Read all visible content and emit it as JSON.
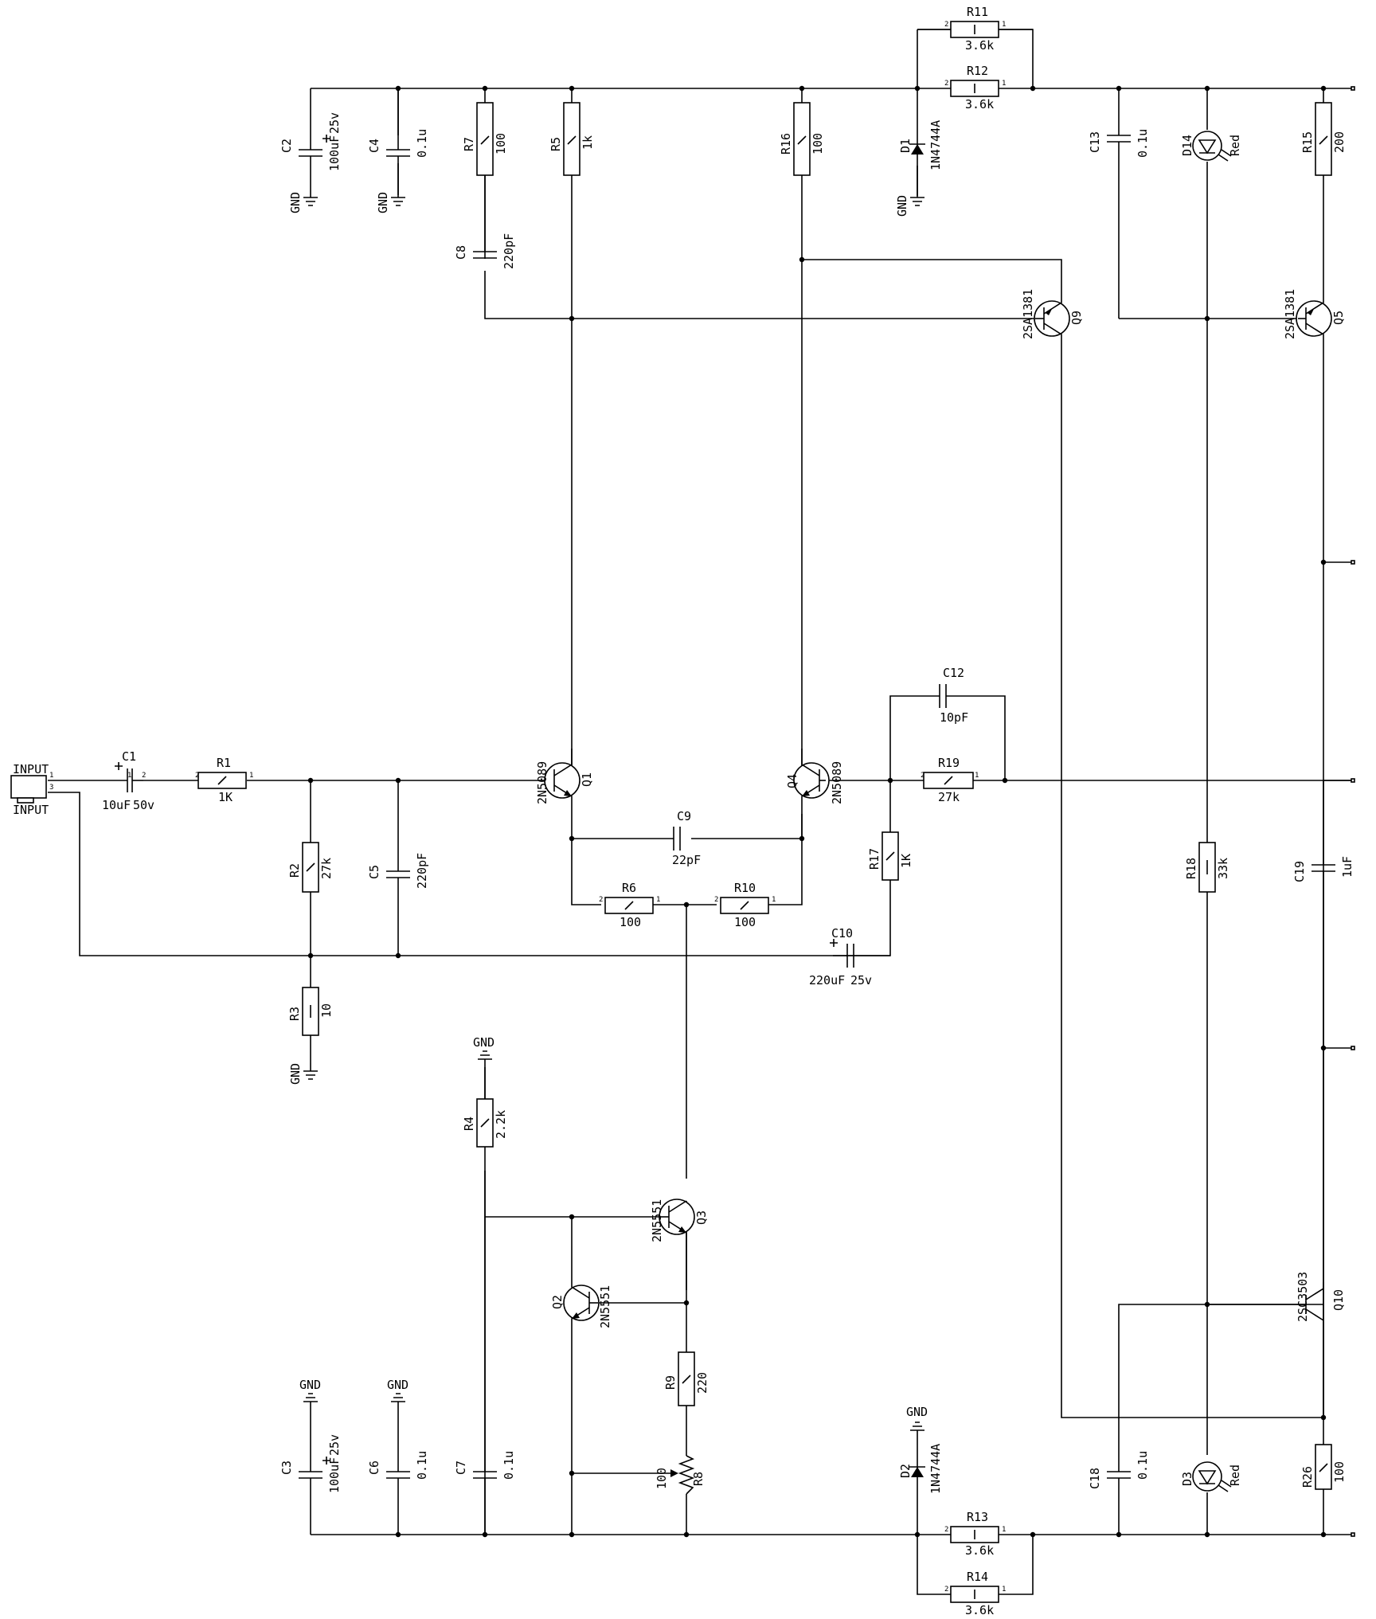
{
  "schematic": {
    "input_connector": {
      "ref": "INPUT",
      "value": "INPUT"
    },
    "pins": {
      "p1": "1",
      "p2": "2",
      "p3": "3"
    },
    "gnd_label": "GND",
    "resistors": [
      {
        "ref": "R1",
        "value": "1K"
      },
      {
        "ref": "R2",
        "value": "27k"
      },
      {
        "ref": "R3",
        "value": "10"
      },
      {
        "ref": "R4",
        "value": "2.2k"
      },
      {
        "ref": "R5",
        "value": "1k"
      },
      {
        "ref": "R6",
        "value": "100"
      },
      {
        "ref": "R7",
        "value": "100"
      },
      {
        "ref": "R8",
        "value": "100"
      },
      {
        "ref": "R9",
        "value": "220"
      },
      {
        "ref": "R10",
        "value": "100"
      },
      {
        "ref": "R11",
        "value": "3.6k"
      },
      {
        "ref": "R12",
        "value": "3.6k"
      },
      {
        "ref": "R13",
        "value": "3.6k"
      },
      {
        "ref": "R14",
        "value": "3.6k"
      },
      {
        "ref": "R15",
        "value": "200"
      },
      {
        "ref": "R16",
        "value": "100"
      },
      {
        "ref": "R17",
        "value": "1K"
      },
      {
        "ref": "R18",
        "value": "33k"
      },
      {
        "ref": "R19",
        "value": "27k"
      },
      {
        "ref": "R26",
        "value": "100"
      }
    ],
    "capacitors": [
      {
        "ref": "C1",
        "value": "10uF",
        "voltage": "50v"
      },
      {
        "ref": "C2",
        "value": "100uF",
        "voltage": "25v"
      },
      {
        "ref": "C3",
        "value": "100uF",
        "voltage": "25v"
      },
      {
        "ref": "C4",
        "value": "0.1u"
      },
      {
        "ref": "C5",
        "value": "220pF"
      },
      {
        "ref": "C6",
        "value": "0.1u"
      },
      {
        "ref": "C7",
        "value": "0.1u"
      },
      {
        "ref": "C8",
        "value": "220pF"
      },
      {
        "ref": "C9",
        "value": "22pF"
      },
      {
        "ref": "C10",
        "value": "220uF",
        "voltage": "25v"
      },
      {
        "ref": "C12",
        "value": "10pF"
      },
      {
        "ref": "C13",
        "value": "0.1u"
      },
      {
        "ref": "C18",
        "value": "0.1u"
      },
      {
        "ref": "C19",
        "value": "1uF"
      }
    ],
    "transistors": [
      {
        "ref": "Q1",
        "value": "2N5089"
      },
      {
        "ref": "Q2",
        "value": "2N5551"
      },
      {
        "ref": "Q3",
        "value": "2N5551"
      },
      {
        "ref": "Q4",
        "value": "2N5089"
      },
      {
        "ref": "Q5",
        "value": "2SA1381"
      },
      {
        "ref": "Q9",
        "value": "2SA1381"
      },
      {
        "ref": "Q10",
        "value": "2SC3503"
      }
    ],
    "diodes": [
      {
        "ref": "D1",
        "value": "1N4744A"
      },
      {
        "ref": "D2",
        "value": "1N4744A"
      },
      {
        "ref": "D3",
        "value": "Red"
      },
      {
        "ref": "D14",
        "value": "Red"
      }
    ]
  }
}
